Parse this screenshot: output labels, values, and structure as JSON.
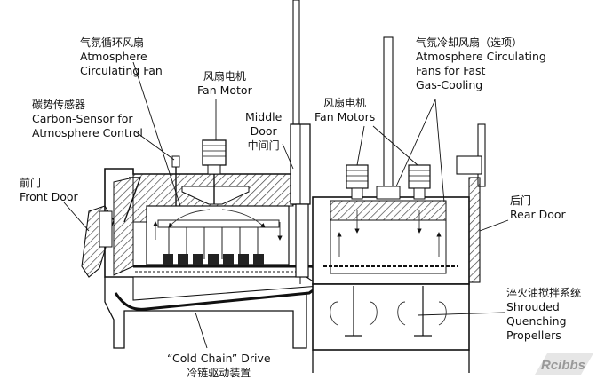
{
  "labels": {
    "circ_fan": {
      "zh": "气氛循环风扇",
      "en1": "Atmosphere",
      "en2": "Circulating Fan"
    },
    "fan_motor": {
      "zh": "风扇电机",
      "en1": "Fan Motor"
    },
    "carbon_sensor": {
      "zh": "碳势传感器",
      "en1": "Carbon-Sensor for",
      "en2": "Atmosphere Control"
    },
    "middle_door": {
      "en1": "Middle",
      "en2": "Door",
      "zh": "中间门"
    },
    "fan_motors": {
      "zh": "风扇电机",
      "en1": "Fan Motors"
    },
    "cooling_fans": {
      "zh": "气氛冷却风扇（选项）",
      "en1": "Atmosphere Circulating",
      "en2": "Fans for Fast",
      "en3": "Gas-Cooling"
    },
    "front_door": {
      "zh": "前门",
      "en1": "Front Door"
    },
    "rear_door": {
      "zh": "后门",
      "en1": "Rear Door"
    },
    "quench": {
      "zh": "淬火油搅拌系统",
      "en1": "Shrouded",
      "en2": "Quenching",
      "en3": "Propellers"
    },
    "cold_chain": {
      "en1": "“Cold Chain” Drive",
      "zh": "冷链驱动装置"
    }
  },
  "watermark": {
    "text": "Rcibbs"
  }
}
